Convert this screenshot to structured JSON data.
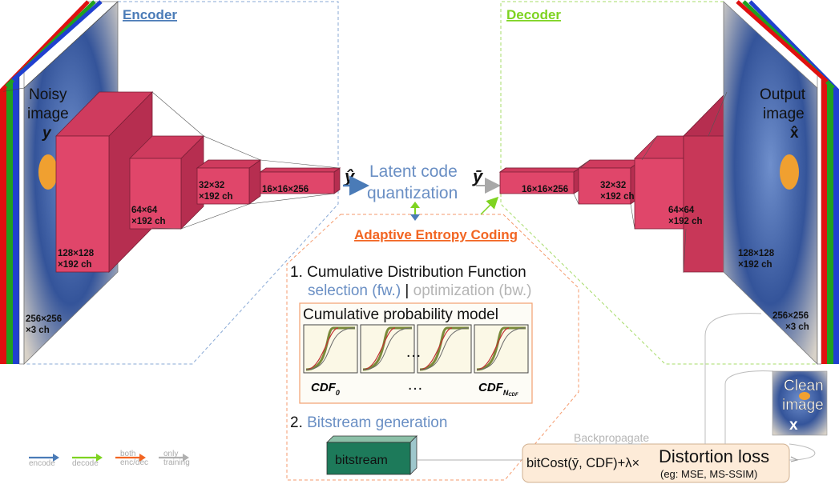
{
  "encoder": {
    "title": "Encoder",
    "input_label": [
      "Noisy",
      "image",
      "y"
    ],
    "input_size": [
      "256×256",
      "×3 ch"
    ],
    "blocks": [
      [
        "128×128",
        "×192 ch"
      ],
      [
        "64×64",
        "×192 ch"
      ],
      [
        "32×32",
        "×192 ch"
      ],
      [
        "16×16×256"
      ]
    ],
    "output_symbol": "ŷ"
  },
  "decoder": {
    "title": "Decoder",
    "input_symbol": "ȳ",
    "output_label": [
      "Output",
      "image",
      "x̂"
    ],
    "output_size": [
      "256×256",
      "×3 ch"
    ],
    "blocks": [
      [
        "16×16×256"
      ],
      [
        "32×32",
        "×192 ch"
      ],
      [
        "64×64",
        "×192 ch"
      ],
      [
        "128×128",
        "×192 ch"
      ]
    ]
  },
  "latent": {
    "line1": "Latent code",
    "line2": "quantization"
  },
  "entropy": {
    "title": "Adaptive Entropy Coding",
    "step1_title": "1. Cumulative Distribution Function",
    "step1_sel": "selection (fw.)",
    "step1_sep": " | ",
    "step1_opt": "optimization (bw.)",
    "model_title": "Cumulative probability model",
    "ellipsis": "…",
    "cdf_first": "CDF",
    "cdf_first_sub": "0",
    "cdf_last": "CDF",
    "cdf_last_sub": "N",
    "cdf_last_subsub": "CDF",
    "step2_num": "2. ",
    "step2_title": "Bitstream generation",
    "bitstream": "bitstream"
  },
  "loss": {
    "backprop": "Backpropagate",
    "formula": "bitCost(ȳ, CDF)+λ×",
    "main": "Distortion loss",
    "note": "(eg: MSE, MS-SSIM)"
  },
  "clean": [
    "Clean",
    "image",
    "x"
  ],
  "legend": [
    {
      "label": "encode",
      "color": "#4a7bb7"
    },
    {
      "label": "decode",
      "color": "#7ed321"
    },
    {
      "label": [
        "both",
        "enc/dec"
      ],
      "color": "#f26522"
    },
    {
      "label": [
        "only",
        "training"
      ],
      "color": "#b0b0b0"
    }
  ],
  "colors": {
    "block": "#e0466a",
    "block_top": "#cf3b5e",
    "block_side": "#b62e50",
    "encoder": "#4a7bb7",
    "decoder": "#7ed321",
    "entropy": "#f26522",
    "bitstream": "#1d7a5a"
  }
}
